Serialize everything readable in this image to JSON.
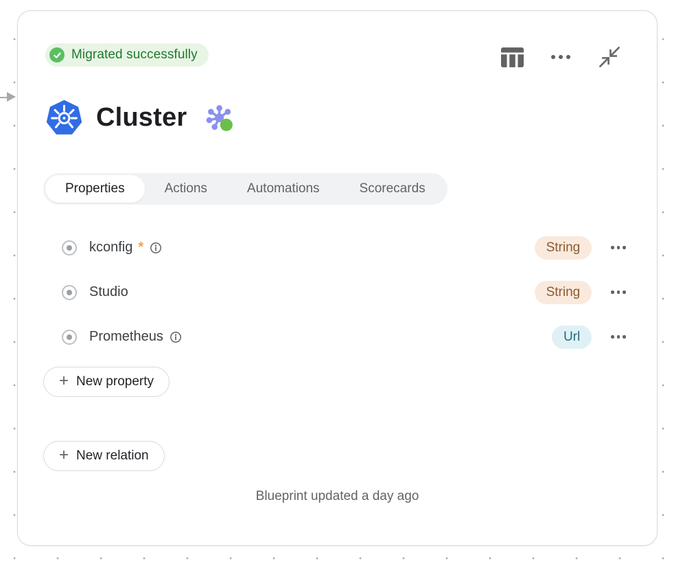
{
  "card": {
    "status_badge": {
      "label": "Migrated successfully"
    },
    "toolbar": {
      "table_view_icon": "table-columns",
      "menu_icon": "ellipsis",
      "collapse_icon": "collapse-arrows"
    },
    "header": {
      "title": "Cluster"
    },
    "tabs": [
      {
        "label": "Properties",
        "active": true
      },
      {
        "label": "Actions",
        "active": false
      },
      {
        "label": "Automations",
        "active": false
      },
      {
        "label": "Scorecards",
        "active": false
      }
    ],
    "properties": [
      {
        "name": "kconfig",
        "required_marker": "*",
        "type": "String"
      },
      {
        "name": "Studio",
        "type": "String"
      },
      {
        "name": "Prometheus",
        "type": "Url"
      }
    ],
    "buttons": {
      "plus": "+",
      "new_property": "New property",
      "new_relation": "New relation"
    },
    "footer": "Blueprint updated a day ago"
  },
  "colors": {
    "status_bg": "#e8f5e5",
    "status_text": "#20792f",
    "status_check": "#5cbe63",
    "string_badge_bg": "#faeadd",
    "string_badge_text": "#8a5a2e",
    "url_badge_bg": "#e0f1f5",
    "url_badge_text": "#1f6b80",
    "kubernetes_blue": "#326ce5",
    "graph_purple": "#8b90ee",
    "graph_green": "#6abf48",
    "required_orange": "#f2a14b"
  }
}
